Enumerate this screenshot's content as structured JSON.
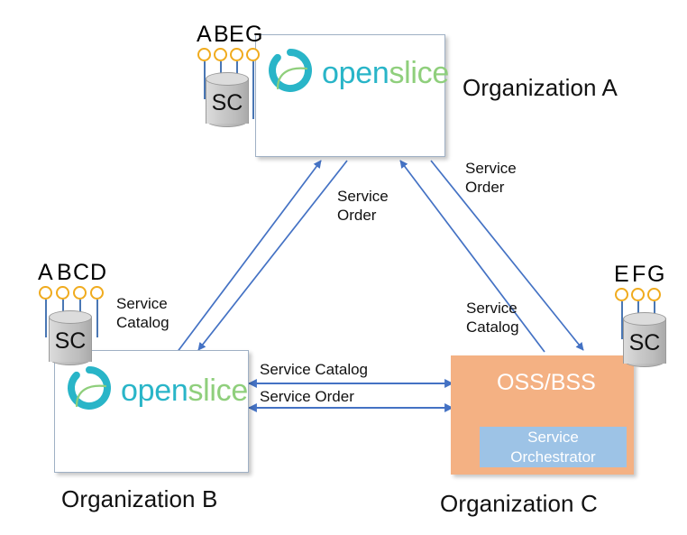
{
  "diagram": {
    "title": "OpenSlice multi-organization service catalog and order exchange",
    "colors": {
      "arrow": "#4472C4",
      "dot_outline": "#F0AB1E",
      "stem": "#4A77B4",
      "ossbss_fill": "#F4B183",
      "orchestrator_fill": "#9DC3E6",
      "logo_open": "#29B5C8",
      "logo_slice": "#8FCF7C",
      "box_border": "#9FB0C4"
    },
    "organizations": [
      {
        "id": "a",
        "label": "Organization A",
        "platform": "openslice"
      },
      {
        "id": "b",
        "label": "Organization B",
        "platform": "openslice"
      },
      {
        "id": "c",
        "label": "Organization C",
        "platform": "OSS/BSS"
      }
    ],
    "logo": {
      "open": "open",
      "slice": "slice"
    },
    "catalogs": [
      {
        "id": "catalog-a",
        "owner": "Organization A",
        "store_label": "SC",
        "services": [
          "A",
          "B",
          "E",
          "G"
        ]
      },
      {
        "id": "catalog-b",
        "owner": "Organization B",
        "store_label": "SC",
        "services": [
          "A",
          "B",
          "C",
          "D"
        ],
        "caption": "Service\nCatalog"
      },
      {
        "id": "catalog-c",
        "owner": "Organization C",
        "store_label": "SC",
        "services": [
          "E",
          "F",
          "G"
        ]
      }
    ],
    "org_c": {
      "title": "OSS/BSS",
      "orchestrator_line1": "Service",
      "orchestrator_line2": "Orchestrator"
    },
    "edge_labels": {
      "b_to_a_service_order": "Service\nOrder",
      "c_to_a_service_order": "Service\nOrder",
      "c_to_b_service_catalog": "Service\nCatalog",
      "a_to_c_service_catalog": "Service\nCatalog",
      "bc_service_catalog": "Service Catalog",
      "bc_service_order": "Service Order"
    }
  }
}
